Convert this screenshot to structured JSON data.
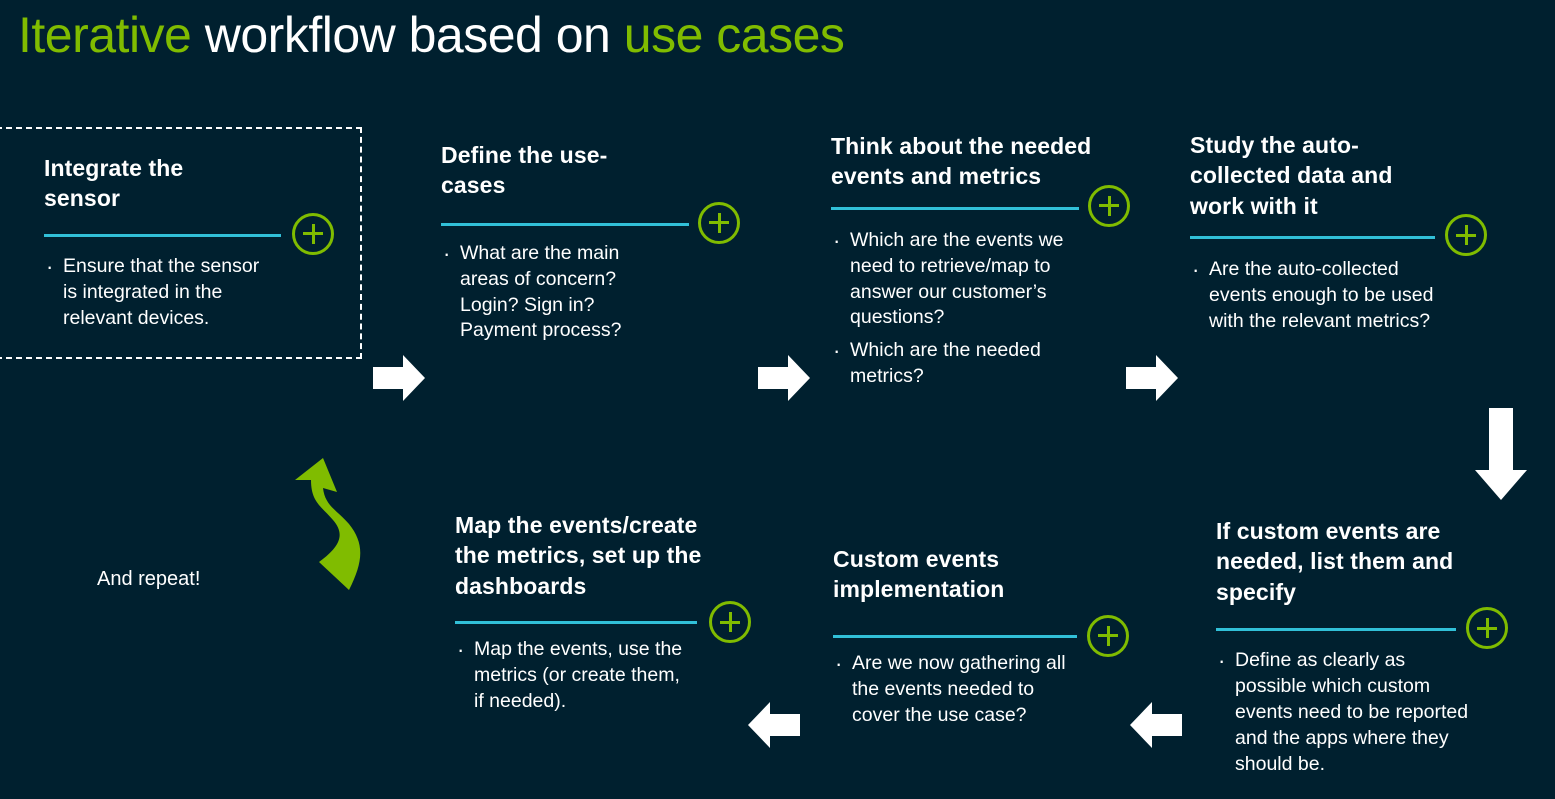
{
  "title": {
    "part1": "Iterative",
    "part2": " workflow based on ",
    "part3": "use cases",
    "accent_color": "#80bc00",
    "text_color": "#ffffff"
  },
  "theme": {
    "background": "#00202f",
    "accent_green": "#80bc00",
    "divider_cyan": "#31c0d8",
    "arrow_white": "#ffffff"
  },
  "repeat_note": "And repeat!",
  "steps": [
    {
      "id": "integrate-the-sensor",
      "title": "Integrate the sensor",
      "bullets": [
        "Ensure that the sensor is integrated in the relevant devices."
      ],
      "dashed_outline": true
    },
    {
      "id": "define-the-use-cases",
      "title": "Define the use-cases",
      "bullets": [
        "What are the main areas of concern? Login? Sign in? Payment process?"
      ],
      "dashed_outline": false
    },
    {
      "id": "think-about-events-and-metrics",
      "title": "Think about the needed events and metrics",
      "bullets": [
        "Which are the events we need to retrieve/map to answer our customer’s questions?",
        "Which are the needed metrics?"
      ],
      "dashed_outline": false
    },
    {
      "id": "study-auto-collected-data",
      "title": "Study the auto-collected data and work with it",
      "bullets": [
        "Are the auto-collected events enough to be used with the relevant metrics?"
      ],
      "dashed_outline": false
    },
    {
      "id": "list-custom-events",
      "title": "If custom events are needed, list them and specify",
      "bullets": [
        "Define as clearly as possible which custom events need to be reported and the apps where they should be."
      ],
      "dashed_outline": false
    },
    {
      "id": "custom-events-implementation",
      "title": "Custom events implementation",
      "bullets": [
        "Are we now gathering all the events needed to cover the use case?"
      ],
      "dashed_outline": false
    },
    {
      "id": "map-events-set-up-dashboards",
      "title": "Map the events/create the metrics, set up the dashboards",
      "bullets": [
        "Map the events, use the metrics (or create them, if needed)."
      ],
      "dashed_outline": false
    }
  ],
  "arrows": [
    {
      "id": "arrow-1",
      "direction": "right"
    },
    {
      "id": "arrow-2",
      "direction": "right"
    },
    {
      "id": "arrow-3",
      "direction": "right"
    },
    {
      "id": "arrow-4",
      "direction": "down"
    },
    {
      "id": "arrow-5",
      "direction": "left"
    },
    {
      "id": "arrow-6",
      "direction": "left"
    },
    {
      "id": "arrow-7",
      "direction": "curved-up-left"
    }
  ]
}
